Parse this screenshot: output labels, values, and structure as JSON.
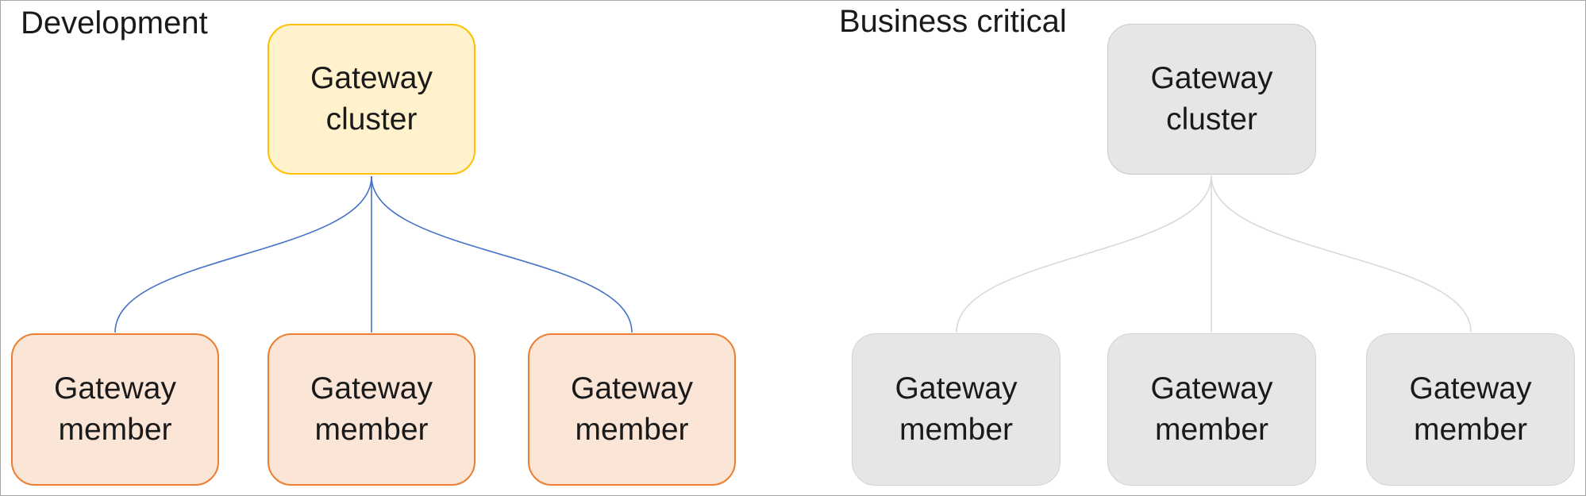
{
  "canvas": {
    "background": "#FFFFFF",
    "border": "#A6A6A6",
    "text_color": "#1A1A1A"
  },
  "groups": [
    {
      "label": "Development",
      "cluster_label": "Gateway cluster",
      "members": [
        "Gateway member",
        "Gateway member",
        "Gateway member"
      ],
      "colors": {
        "cluster_fill": "#FFF2CC",
        "cluster_border": "#FFC000",
        "member_fill": "#FBE5D6",
        "member_border": "#ED7D31",
        "connector": "#4472C4"
      }
    },
    {
      "label": "Business critical",
      "cluster_label": "Gateway cluster",
      "members": [
        "Gateway member",
        "Gateway member",
        "Gateway member"
      ],
      "colors": {
        "cluster_fill": "#E6E6E6",
        "cluster_border": "#C9C9C9",
        "member_fill": "#E6E6E6",
        "member_border": "#D2D2D2",
        "connector": "#D9D9D9"
      }
    }
  ]
}
